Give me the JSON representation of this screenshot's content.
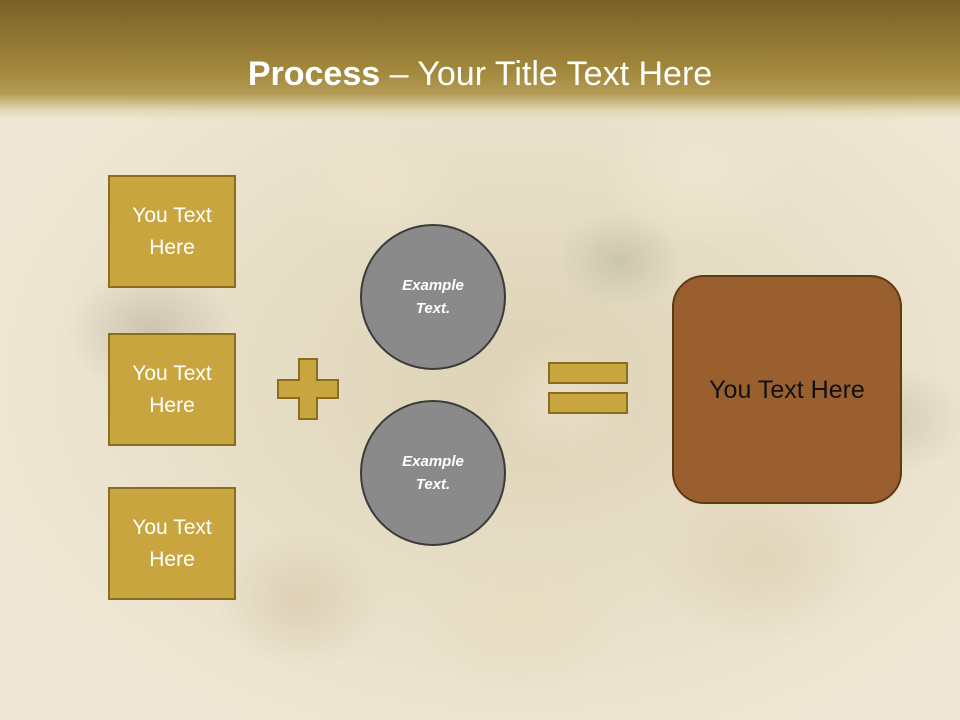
{
  "slide": {
    "title_bold": "Process",
    "title_rest": " – Your Title Text Here"
  },
  "left_boxes": [
    {
      "label": "You Text Here"
    },
    {
      "label": "You Text Here"
    },
    {
      "label": "You Text Here"
    }
  ],
  "circles": [
    {
      "label": "Example Text."
    },
    {
      "label": "Example Text."
    }
  ],
  "operators": {
    "plus_icon": "plus-icon",
    "equals_icon": "equals-icon"
  },
  "result_box": {
    "label": "You Text Here"
  },
  "colors": {
    "title_bar": "#a3893c",
    "text_box_fill": "#c9a540",
    "circle_fill": "#8a8a8a",
    "result_fill": "#9a5f2f"
  }
}
